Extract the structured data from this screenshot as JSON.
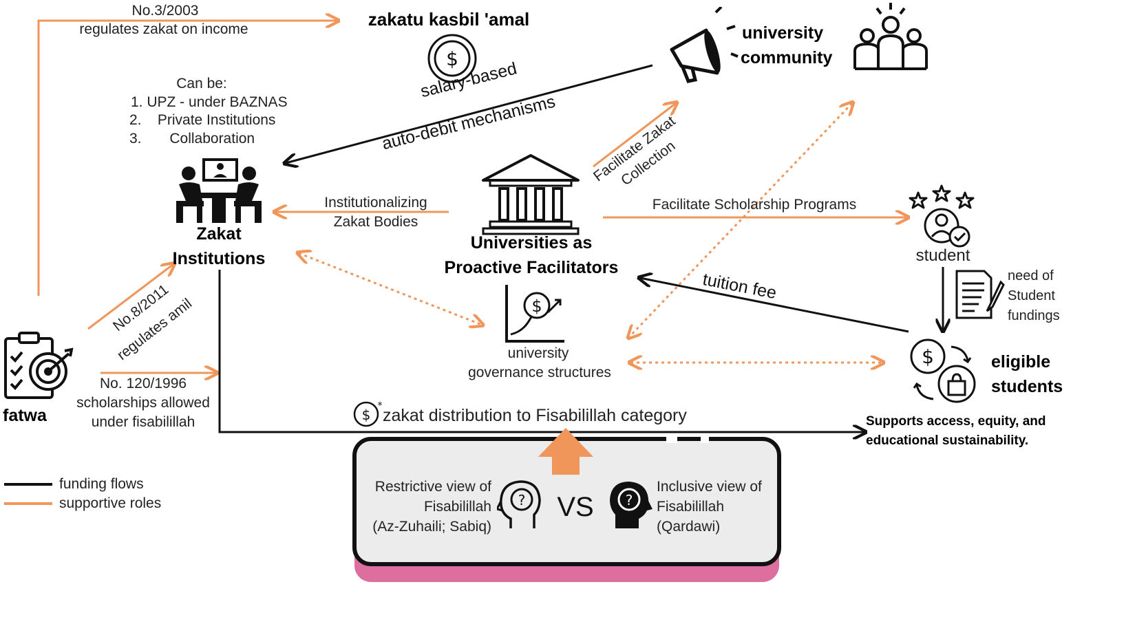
{
  "top": {
    "regulation_1": "No.3/2003",
    "regulation_1_desc": "regulates zakat on income",
    "zakat_title": "zakatu kasbil 'amal",
    "university_community_line1": "university",
    "university_community_line2": "community"
  },
  "zakat_institutions": {
    "can_be": "Can be:",
    "options": [
      "1. UPZ - under BAZNAS",
      "2.    Private Institutions",
      "3.       Collaboration"
    ],
    "title_line1": "Zakat",
    "title_line2": "Institutions"
  },
  "mechanism": {
    "line1": "salary-based",
    "line2": "auto-debit mechanisms"
  },
  "university": {
    "title_line1": "Universities as",
    "title_line2": "Proactive Facilitators",
    "institutionalizing_line1": "Institutionalizing",
    "institutionalizing_line2": "Zakat Bodies",
    "facilitate_zakat_line1": "Facilitate Zakat",
    "facilitate_zakat_line2": "Collection",
    "facilitate_scholarship": "Facilitate Scholarship Programs",
    "governance_line1": "university",
    "governance_line2": "governance structures"
  },
  "student": {
    "label": "student",
    "need_line1": "need of",
    "need_line2": "Student",
    "need_line3": "fundings",
    "tuition": "tuition fee",
    "eligible_line1": "eligible",
    "eligible_line2": "students",
    "supports_line1": "Supports access, equity, and",
    "supports_line2": "educational sustainability."
  },
  "fatwa": {
    "label": "fatwa",
    "reg_2_line1": "No.8/2011",
    "reg_2_line2": "regulates amil",
    "reg_3_line1": "No. 120/1996",
    "reg_3_line2": "scholarships allowed",
    "reg_3_line3": "under fisabilillah"
  },
  "distribution": {
    "label": "zakat distribution to Fisabilillah category"
  },
  "views": {
    "restrictive_line1": "Restrictive view of",
    "restrictive_line2": "Fisabilillah",
    "restrictive_line3": "(Az-Zuhaili; Sabiq)",
    "vs": "VS",
    "inclusive_line1": "Inclusive view of",
    "inclusive_line2": "Fisabilillah",
    "inclusive_line3": "(Qardawi)"
  },
  "legend": {
    "funding": "funding flows",
    "supportive": "supportive roles"
  },
  "colors": {
    "orange": "#f0965a",
    "black": "#111111",
    "box_fill": "#ececec",
    "pink": "#dd6f9f"
  },
  "icons": [
    "dollar-coin-icon",
    "megaphone-icon",
    "people-group-icon",
    "meeting-icon",
    "bank-building-icon",
    "growth-chart-icon",
    "star-student-icon",
    "document-pen-icon",
    "dollar-bag-cycle-icon",
    "clipboard-target-icon",
    "head-question-icon"
  ]
}
